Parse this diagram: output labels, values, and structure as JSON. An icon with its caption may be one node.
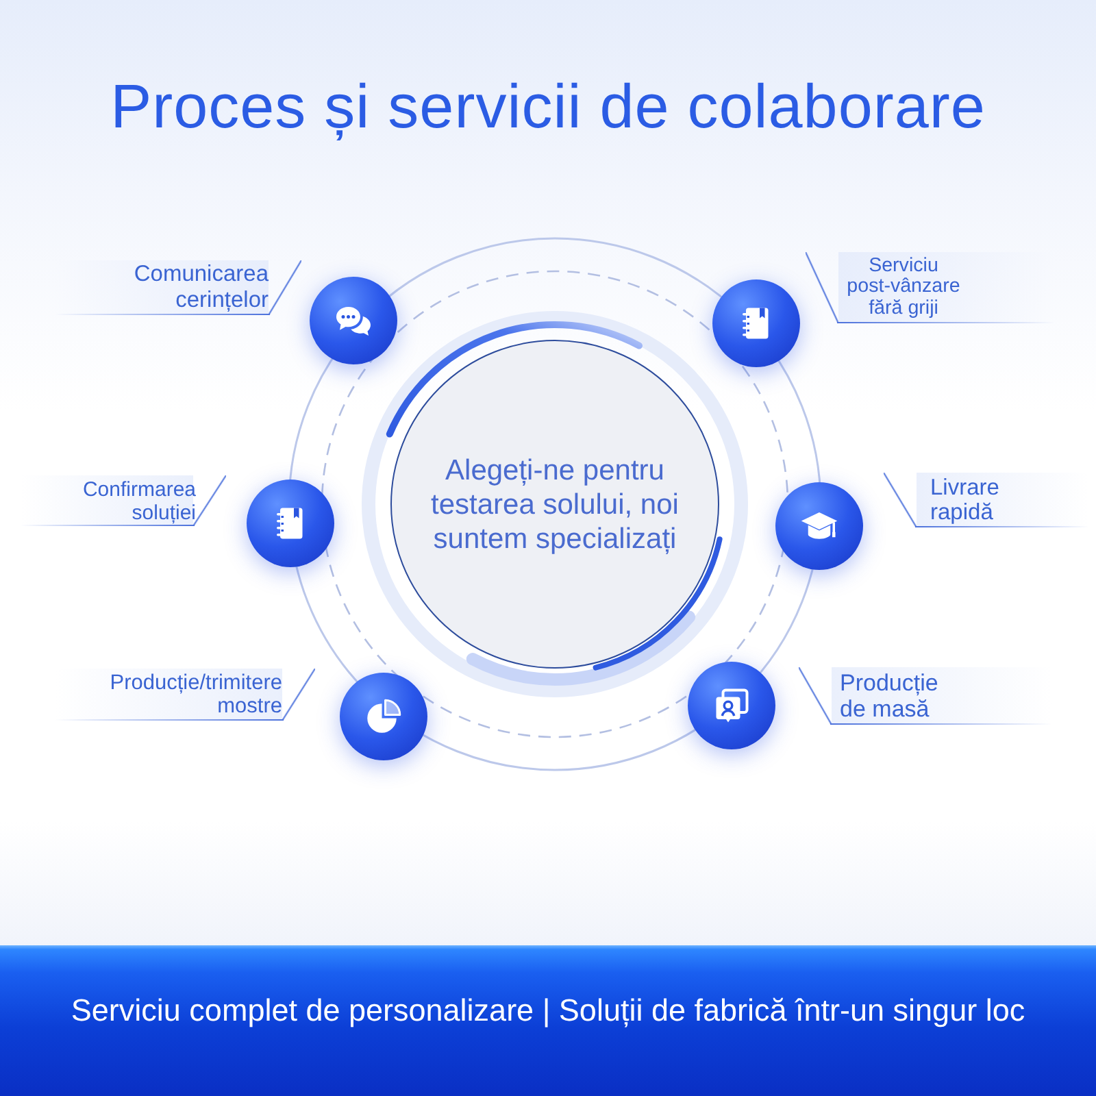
{
  "diagram": {
    "title": "Proces și servicii de colaborare",
    "nodes": [
      {
        "text": [
          "Comunicarea cerințelor"
        ]
      },
      {
        "text": [],
        "shape": "circle"
      },
      {
        "text": [],
        "shape": "circle"
      },
      {
        "text": [
          "Serviciu post-vânzare fără griji"
        ]
      },
      {
        "text": [
          "Confirmarea soluției"
        ]
      },
      {
        "text": [],
        "shape": "circle"
      },
      {
        "text": [
          "Alegeți-ne pentru testarea solului, noi suntem specializați"
        ]
      },
      {
        "text": [],
        "shape": "circle"
      },
      {
        "text": [
          "Livrare rapidă"
        ]
      },
      {
        "text": [
          "Producție/trimitere mostre"
        ]
      },
      {
        "text": [],
        "shape": "circle"
      },
      {
        "text": [],
        "shape": "circle"
      },
      {
        "text": [
          "Producție de masă"
        ]
      },
      {
        "text": [
          "Serviciu complet de personalizare | Soluții de fabrică într-un singur loc"
        ]
      }
    ]
  }
}
